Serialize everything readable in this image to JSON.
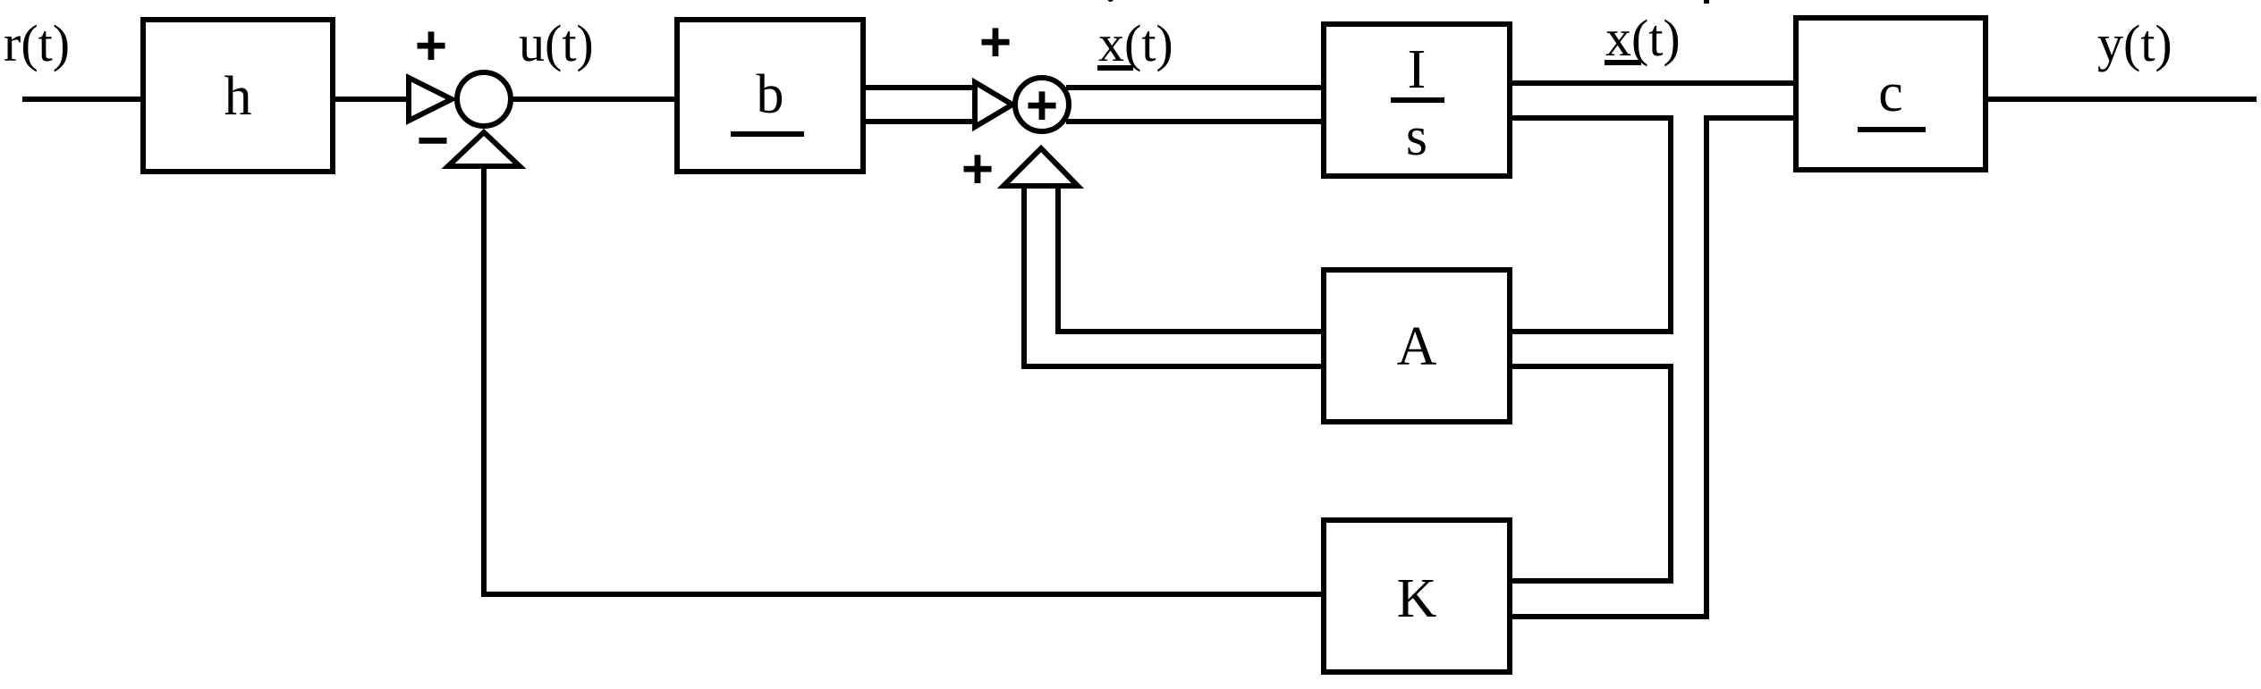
{
  "signals": {
    "input": "r(t)",
    "control": "u(t)",
    "state_derivative": "x(t)",
    "state_derivative_dot": "·",
    "state": "x(t)",
    "output": "y(t)"
  },
  "blocks": {
    "h": "h",
    "b": "b",
    "integrator_num": "I",
    "integrator_den": "s",
    "c": "c",
    "A": "A",
    "K": "K"
  },
  "signs": {
    "sum1_ref": "+",
    "sum1_fb": "−",
    "sum2_in": "+",
    "sum2_fb": "+",
    "sum2_center": "+"
  }
}
